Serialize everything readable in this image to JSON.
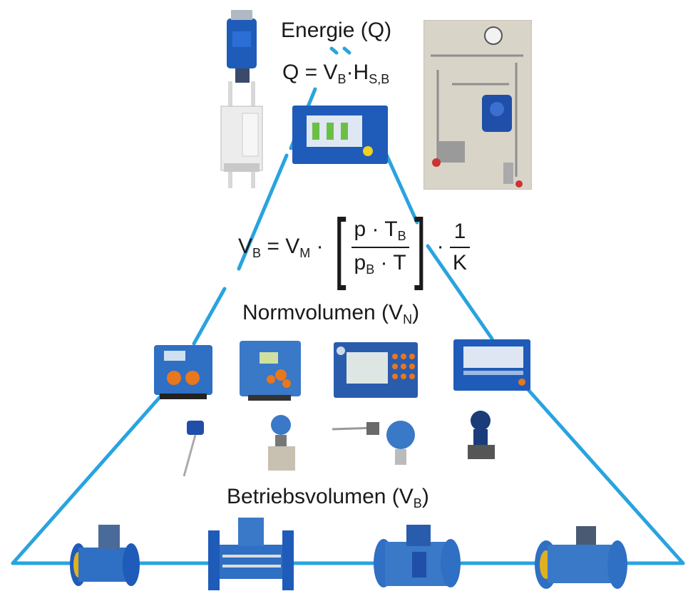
{
  "labels": {
    "energy_title": "Energie (Q)",
    "energy_eq": {
      "lhs": "Q = V",
      "sub1": "B",
      "mid": "·H",
      "sub2": "S,B"
    },
    "vb_formula": {
      "lhs": "V",
      "lhs_sub": "B",
      "eq": "= V",
      "vm_sub": "M",
      "dot": "·",
      "num": "p · T",
      "num_sub": "B",
      "den": "p",
      "den_sub": "B",
      "den_rest": " · T",
      "dot2": "·",
      "one": "1",
      "k": "K"
    },
    "norm": {
      "text": "Normvolumen (V",
      "sub": "N",
      "close": ")"
    },
    "betrieb": {
      "text": "Betriebsvolumen (V",
      "sub": "B",
      "close": ")"
    }
  },
  "colors": {
    "line": "#29a3e0",
    "device_blue": "#1f5bb8",
    "panel": "#d9d4c8",
    "orange": "#e8771e",
    "screen": "#2d4a7a"
  }
}
